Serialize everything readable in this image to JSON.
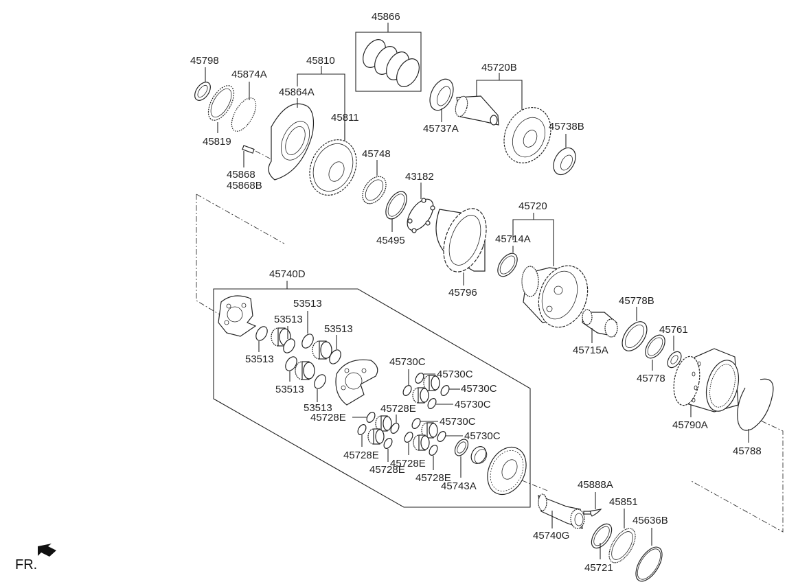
{
  "title": "Transaxle gear / planetary carrier exploded parts diagram",
  "labels": {
    "p45866": "45866",
    "p45798": "45798",
    "p45810": "45810",
    "p45874A": "45874A",
    "p45864A": "45864A",
    "p45811": "45811",
    "p45819": "45819",
    "p45868": "45868",
    "p45868B": "45868B",
    "p45720B": "45720B",
    "p45737A": "45737A",
    "p45738B": "45738B",
    "p45748": "45748",
    "p43182": "43182",
    "p45495": "45495",
    "p45720": "45720",
    "p45714A": "45714A",
    "p45796": "45796",
    "p45740D": "45740D",
    "p53513": "53513",
    "p45730C": "45730C",
    "p45728E": "45728E",
    "p45743A": "45743A",
    "p45778B": "45778B",
    "p45715A": "45715A",
    "p45761": "45761",
    "p45778": "45778",
    "p45790A": "45790A",
    "p45788": "45788",
    "p45888A": "45888A",
    "p45851": "45851",
    "p45636B": "45636B",
    "p45740G": "45740G",
    "p45721": "45721"
  },
  "orientation": {
    "front_label": "FR.",
    "arrow_icon": "front-direction-arrow-icon"
  }
}
